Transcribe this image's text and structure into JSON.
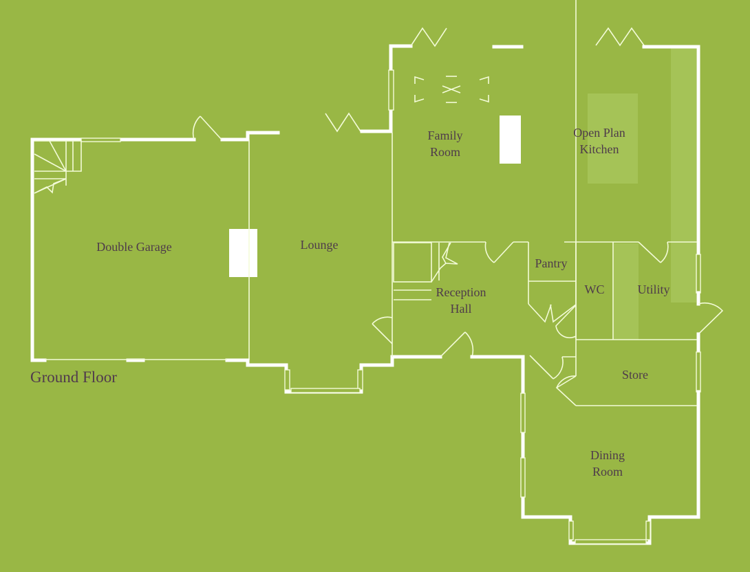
{
  "plan": {
    "title": "Ground Floor",
    "colors": {
      "background": "#99b745",
      "walls": "#ffffff",
      "labels": "#4e3b4a"
    }
  },
  "rooms": {
    "double_garage": {
      "name": "Double Garage"
    },
    "lounge": {
      "name": "Lounge"
    },
    "family_room": {
      "line1": "Family",
      "line2": "Room"
    },
    "kitchen": {
      "line1": "Open Plan",
      "line2": "Kitchen"
    },
    "reception_hall": {
      "line1": "Reception",
      "line2": "Hall"
    },
    "pantry": {
      "name": "Pantry"
    },
    "wc": {
      "name": "WC"
    },
    "utility": {
      "name": "Utility"
    },
    "store": {
      "name": "Store"
    },
    "dining_room": {
      "line1": "Dining",
      "line2": "Room"
    }
  }
}
